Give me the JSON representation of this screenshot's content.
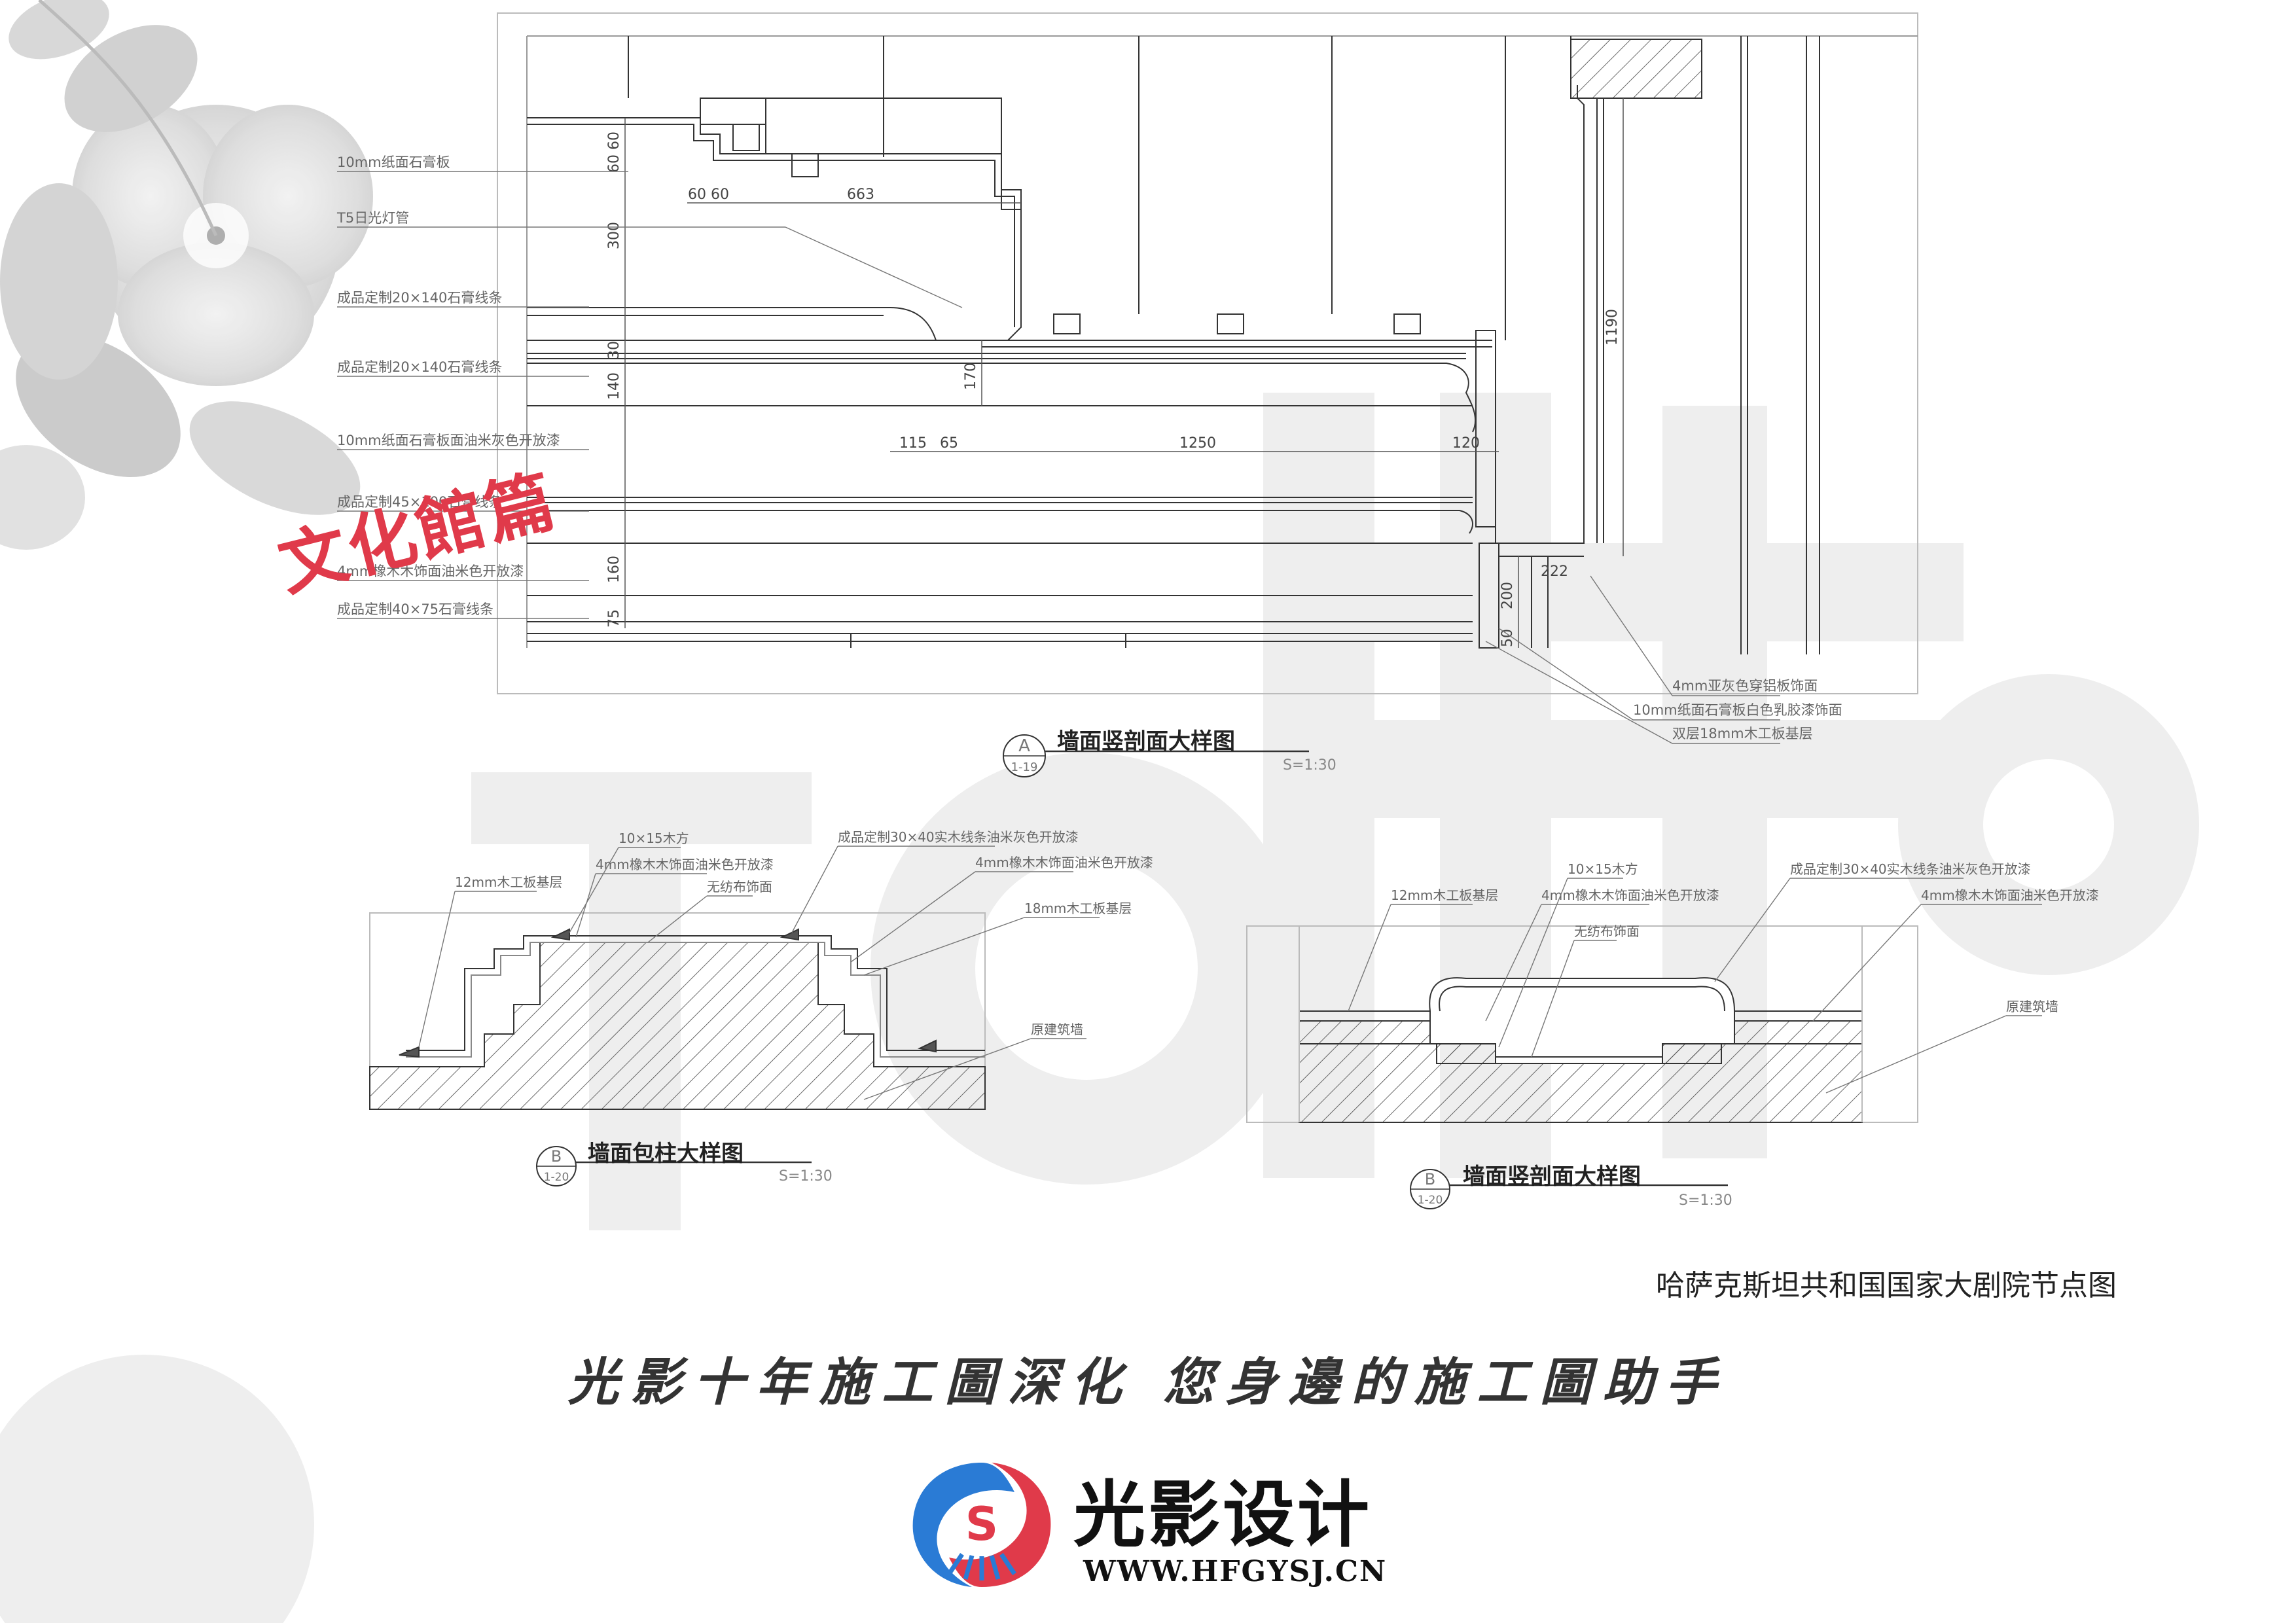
{
  "section_tag": "文化館篇",
  "project_title": "哈萨克斯坦共和国国家大剧院节点图",
  "slogan": "光影十年施工圖深化 您身邊的施工圖助手",
  "brand": {
    "name": "光影设计",
    "url": "WWW.HFGYSJ.CN"
  },
  "colors": {
    "accent_red": "#e03a4a",
    "accent_blue": "#2a7bd5",
    "line": "#333333",
    "watermark": "#ededed"
  },
  "drawing_a": {
    "title": "墙面竖剖面大样图",
    "bubble_letter": "A",
    "bubble_ref": "1-19",
    "scale": "S=1:30",
    "labels_left": [
      "10mm纸面石膏板",
      "T5日光灯管",
      "成品定制20×140石膏线条",
      "成品定制20×140石膏线条",
      "10mm纸面石膏板面油米灰色开放漆",
      "成品定制45×100石膏线条",
      "4mm橡木木饰面油米色开放漆",
      "成品定制40×75石膏线条"
    ],
    "labels_right": [
      "4mm亚灰色穿铝板饰面",
      "10mm纸面石膏板白色乳胶漆饰面",
      "双层18mm木工板基层"
    ],
    "dims": {
      "d60a": "60",
      "d60b": "60",
      "d663": "663",
      "v60a": "60",
      "v60b": "60",
      "v300": "300",
      "v30": "30",
      "v140": "140",
      "v170": "170",
      "v1190": "1190",
      "d115": "115",
      "d65": "65",
      "d1250": "1250",
      "d120": "120",
      "v200": "200",
      "v50": "50",
      "v160": "160",
      "v75": "75",
      "d222": "222"
    }
  },
  "drawing_b1": {
    "title": "墙面包柱大样图",
    "bubble_letter": "B",
    "bubble_ref": "1-20",
    "scale": "S=1:30",
    "labels": [
      "12mm木工板基层",
      "10×15木方",
      "4mm橡木木饰面油米色开放漆",
      "无纺布饰面",
      "成品定制30×40实木线条油米灰色开放漆",
      "4mm橡木木饰面油米色开放漆",
      "18mm木工板基层",
      "原建筑墙"
    ]
  },
  "drawing_b2": {
    "title": "墙面竖剖面大样图",
    "bubble_letter": "B",
    "bubble_ref": "1-20",
    "scale": "S=1:30",
    "labels": [
      "12mm木工板基层",
      "10×15木方",
      "4mm橡木木饰面油米色开放漆",
      "无纺布饰面",
      "成品定制30×40实木线条油米灰色开放漆",
      "4mm橡木木饰面油米色开放漆",
      "原建筑墙"
    ]
  }
}
